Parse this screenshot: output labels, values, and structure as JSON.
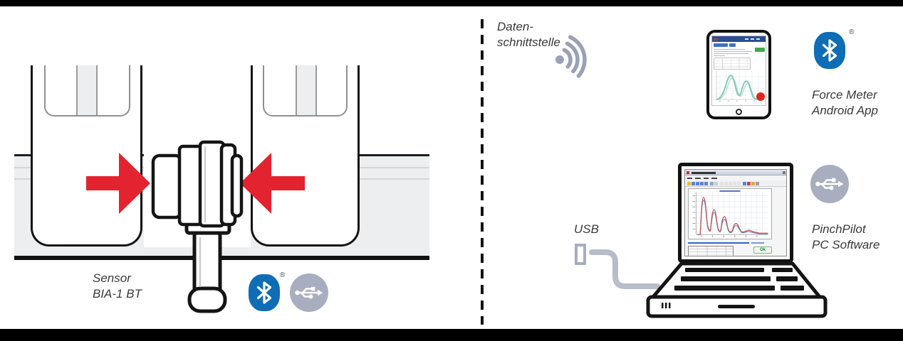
{
  "colors": {
    "arrow_red": "#e3232f",
    "bluetooth_blue": "#0e6db5",
    "accent_gray": "#a8aebf"
  },
  "left_scene": {
    "caption_line1": "Sensor",
    "caption_line2": "BIA-1 BT",
    "bluetooth_registered_mark": "®"
  },
  "right_scene": {
    "interface_caption_line1": "Daten-",
    "interface_caption_line2": "schnittstelle",
    "app_caption_line1": "Force Meter",
    "app_caption_line2": "Android App",
    "usb_caption": "USB",
    "software_caption_line1": "PinchPilot",
    "software_caption_line2": "PC Software",
    "bluetooth_registered_mark": "®",
    "pc_window_ok_label": "Ok"
  }
}
